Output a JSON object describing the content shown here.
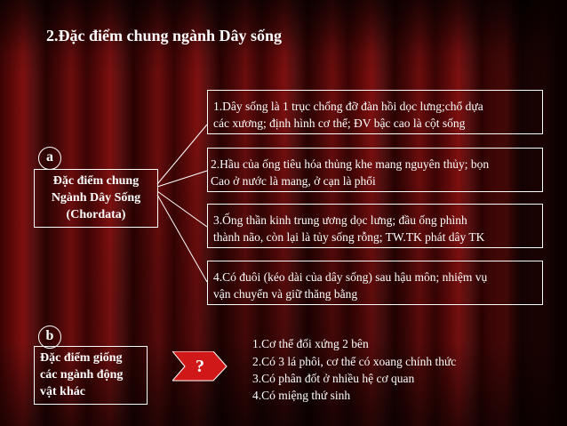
{
  "title": "2.Đặc điểm chung ngành Dây sống",
  "section_a": {
    "marker": "a",
    "label_lines": [
      "Đặc điểm chung",
      "Ngành Dây Sống",
      "(Chordata)"
    ],
    "items": [
      [
        "1.Dây sống là 1 trục chống đỡ đàn hồi dọc lưng;chổ dựa",
        "các xương; định hình cơ thể; ĐV bậc cao là cột sống"
      ],
      [
        "2.Hầu của ống tiêu hóa thủng khe mang nguyên thủy; bọn",
        "Cao ở nước là mang, ở cạn là phổi"
      ],
      [
        "3.Ống thần kinh trung ương dọc lưng; đầu ống phình",
        "thành não, còn lại là tủy sống rỗng; TW.TK phát dây TK"
      ],
      [
        "4.Có đuôi (kéo dài của dây sống) sau hậu môn; nhiệm vụ",
        "vận chuyển và giữ thăng bằng"
      ]
    ]
  },
  "section_b": {
    "marker": "b",
    "label_lines": [
      "Đặc điểm giống",
      "các ngành động",
      "vật khác"
    ],
    "question": "?",
    "items": [
      "1.Cơ thể đối xứng 2 bên",
      "2.Có 3 lá phôi, cơ thể có xoang chính thức",
      "3.Có phân đốt ở nhiều hệ cơ quan",
      "4.Có miệng thứ sinh"
    ]
  },
  "colors": {
    "arrow_fill": "#d01818",
    "line": "#ffffff",
    "text": "#ffffff"
  }
}
